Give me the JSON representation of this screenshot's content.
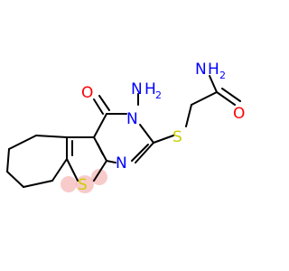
{
  "molecule": {
    "atoms": [
      {
        "id": "o_carbonyl",
        "label": "O",
        "color": "#ff0000"
      },
      {
        "id": "n_amino",
        "label": "N",
        "sub": "H",
        "sub2": "2",
        "color": "#0000ff"
      },
      {
        "id": "n3",
        "label": "N",
        "color": "#0000ff"
      },
      {
        "id": "n1",
        "label": "N",
        "color": "#0000ff"
      },
      {
        "id": "s_thioether",
        "label": "S",
        "color": "#cccc00"
      },
      {
        "id": "s_thiophene",
        "label": "S",
        "color": "#cccc00"
      },
      {
        "id": "n_amide",
        "label": "N",
        "sub": "H",
        "sub2": "2",
        "color": "#0000ff"
      },
      {
        "id": "o_amide",
        "label": "O",
        "color": "#ff0000"
      }
    ],
    "aromatic_highlight": "#f2a0a0"
  }
}
